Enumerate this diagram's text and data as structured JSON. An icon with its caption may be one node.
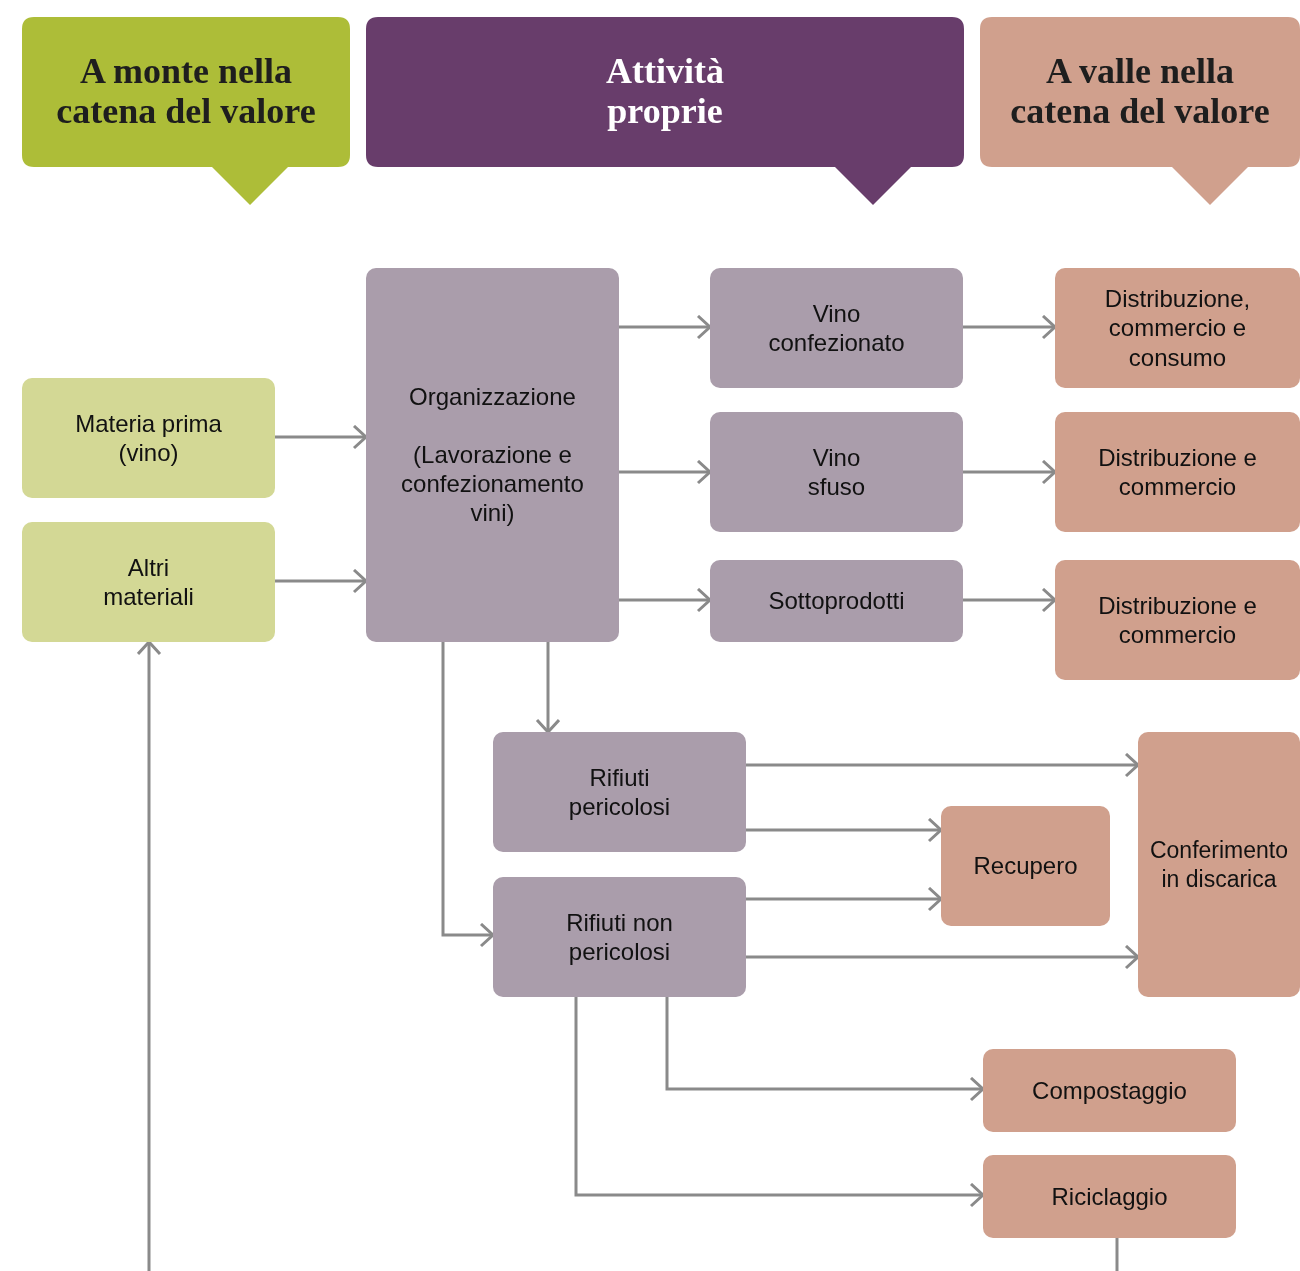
{
  "diagram": {
    "nodes": [
      {
        "text": [
          "A monte nella catena del valore"
        ]
      },
      {
        "text": [
          "Attività proprie"
        ]
      },
      {
        "text": [
          "A valle nella catena del valore"
        ]
      },
      {
        "text": [
          "Materia prima (vino)"
        ]
      },
      {
        "text": [
          "Altri materiali"
        ]
      },
      {
        "text": [
          "Organizzazione",
          "(Lavorazione e confezionamento vini)"
        ]
      },
      {
        "text": [
          "Vino confezionato"
        ]
      },
      {
        "text": [
          "Vino sfuso"
        ]
      },
      {
        "text": [
          "Sottoprodotti"
        ]
      },
      {
        "text": [
          "Distribuzione, commercio e consumo"
        ]
      },
      {
        "text": [
          "Distribuzione e commercio"
        ]
      },
      {
        "text": [
          "Distribuzione e commercio"
        ]
      },
      {
        "text": [
          "Rifiuti pericolosi"
        ]
      },
      {
        "text": [
          "Rifiuti non pericolosi"
        ]
      },
      {
        "text": [
          "Recupero"
        ]
      },
      {
        "text": [
          "Conferimento in discarica"
        ]
      },
      {
        "text": [
          "Compostaggio"
        ]
      },
      {
        "text": [
          "Riciclaggio"
        ]
      }
    ],
    "edges": [
      {
        "from": 3,
        "to": 5,
        "arrow": "to"
      },
      {
        "from": 4,
        "to": 5,
        "arrow": "to"
      },
      {
        "from": 5,
        "to": 6,
        "arrow": "to"
      },
      {
        "from": 5,
        "to": 7,
        "arrow": "to"
      },
      {
        "from": 5,
        "to": 8,
        "arrow": "to"
      },
      {
        "from": 6,
        "to": 9,
        "arrow": "to"
      },
      {
        "from": 7,
        "to": 10,
        "arrow": "to"
      },
      {
        "from": 8,
        "to": 11,
        "arrow": "to"
      },
      {
        "from": 5,
        "to": 12,
        "arrow": "to"
      },
      {
        "from": 5,
        "to": 13,
        "arrow": "to"
      },
      {
        "from": 12,
        "to": 15,
        "arrow": "to"
      },
      {
        "from": 12,
        "to": 14,
        "arrow": "to"
      },
      {
        "from": 13,
        "to": 14,
        "arrow": "to"
      },
      {
        "from": 13,
        "to": 15,
        "arrow": "to"
      },
      {
        "from": 13,
        "to": 16,
        "arrow": "to"
      },
      {
        "from": 13,
        "to": 17,
        "arrow": "to"
      },
      {
        "from": 17,
        "to": null,
        "arrow": "none"
      },
      {
        "from": null,
        "to": 4,
        "arrow": "to"
      }
    ]
  }
}
